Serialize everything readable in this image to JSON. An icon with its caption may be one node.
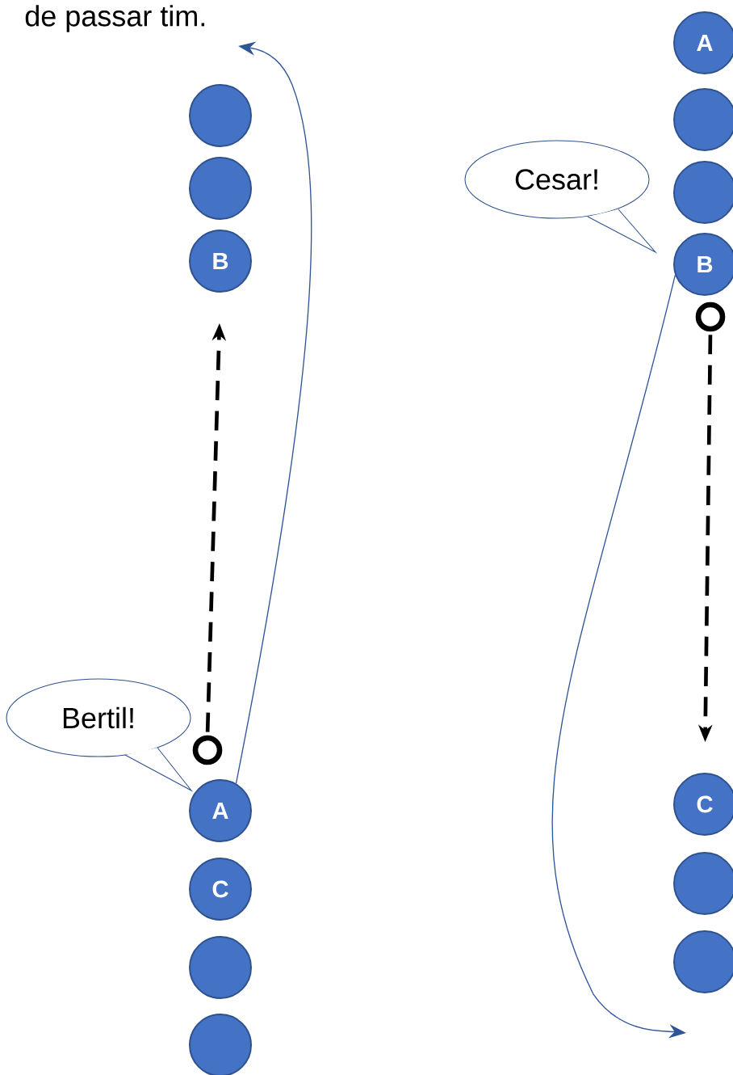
{
  "diagram": {
    "nodes": [
      {
        "text": [],
        "shape": "circle"
      },
      {
        "text": [],
        "shape": "circle"
      },
      {
        "text": [
          "B"
        ]
      },
      {
        "text": [
          "Bertil!"
        ]
      },
      {
        "text": [],
        "shape": "circle"
      },
      {
        "text": [
          "A"
        ]
      },
      {
        "text": [
          "C"
        ]
      },
      {
        "text": [],
        "shape": "circle"
      },
      {
        "text": [],
        "shape": "circle"
      },
      {
        "text": [
          "A"
        ]
      },
      {
        "text": [],
        "shape": "circle"
      },
      {
        "text": [],
        "shape": "circle"
      },
      {
        "text": [
          "Cesar!"
        ]
      },
      {
        "text": [
          "B"
        ]
      },
      {
        "text": [],
        "shape": "circle"
      },
      {
        "text": [
          "C"
        ]
      },
      {
        "text": [],
        "shape": "circle"
      },
      {
        "text": [],
        "shape": "circle"
      }
    ],
    "edges": [
      {
        "from": 4,
        "to": 2,
        "arrow": "to",
        "style": "dashed"
      },
      {
        "from": 5,
        "to": null,
        "arrow": "to",
        "color": "#2f5597"
      },
      {
        "from": 14,
        "to": 15,
        "arrow": "to",
        "style": "dashed"
      },
      {
        "from": 13,
        "to": null,
        "arrow": "to",
        "color": "#2f5597"
      }
    ],
    "labels": [
      "de passar tim."
    ]
  }
}
